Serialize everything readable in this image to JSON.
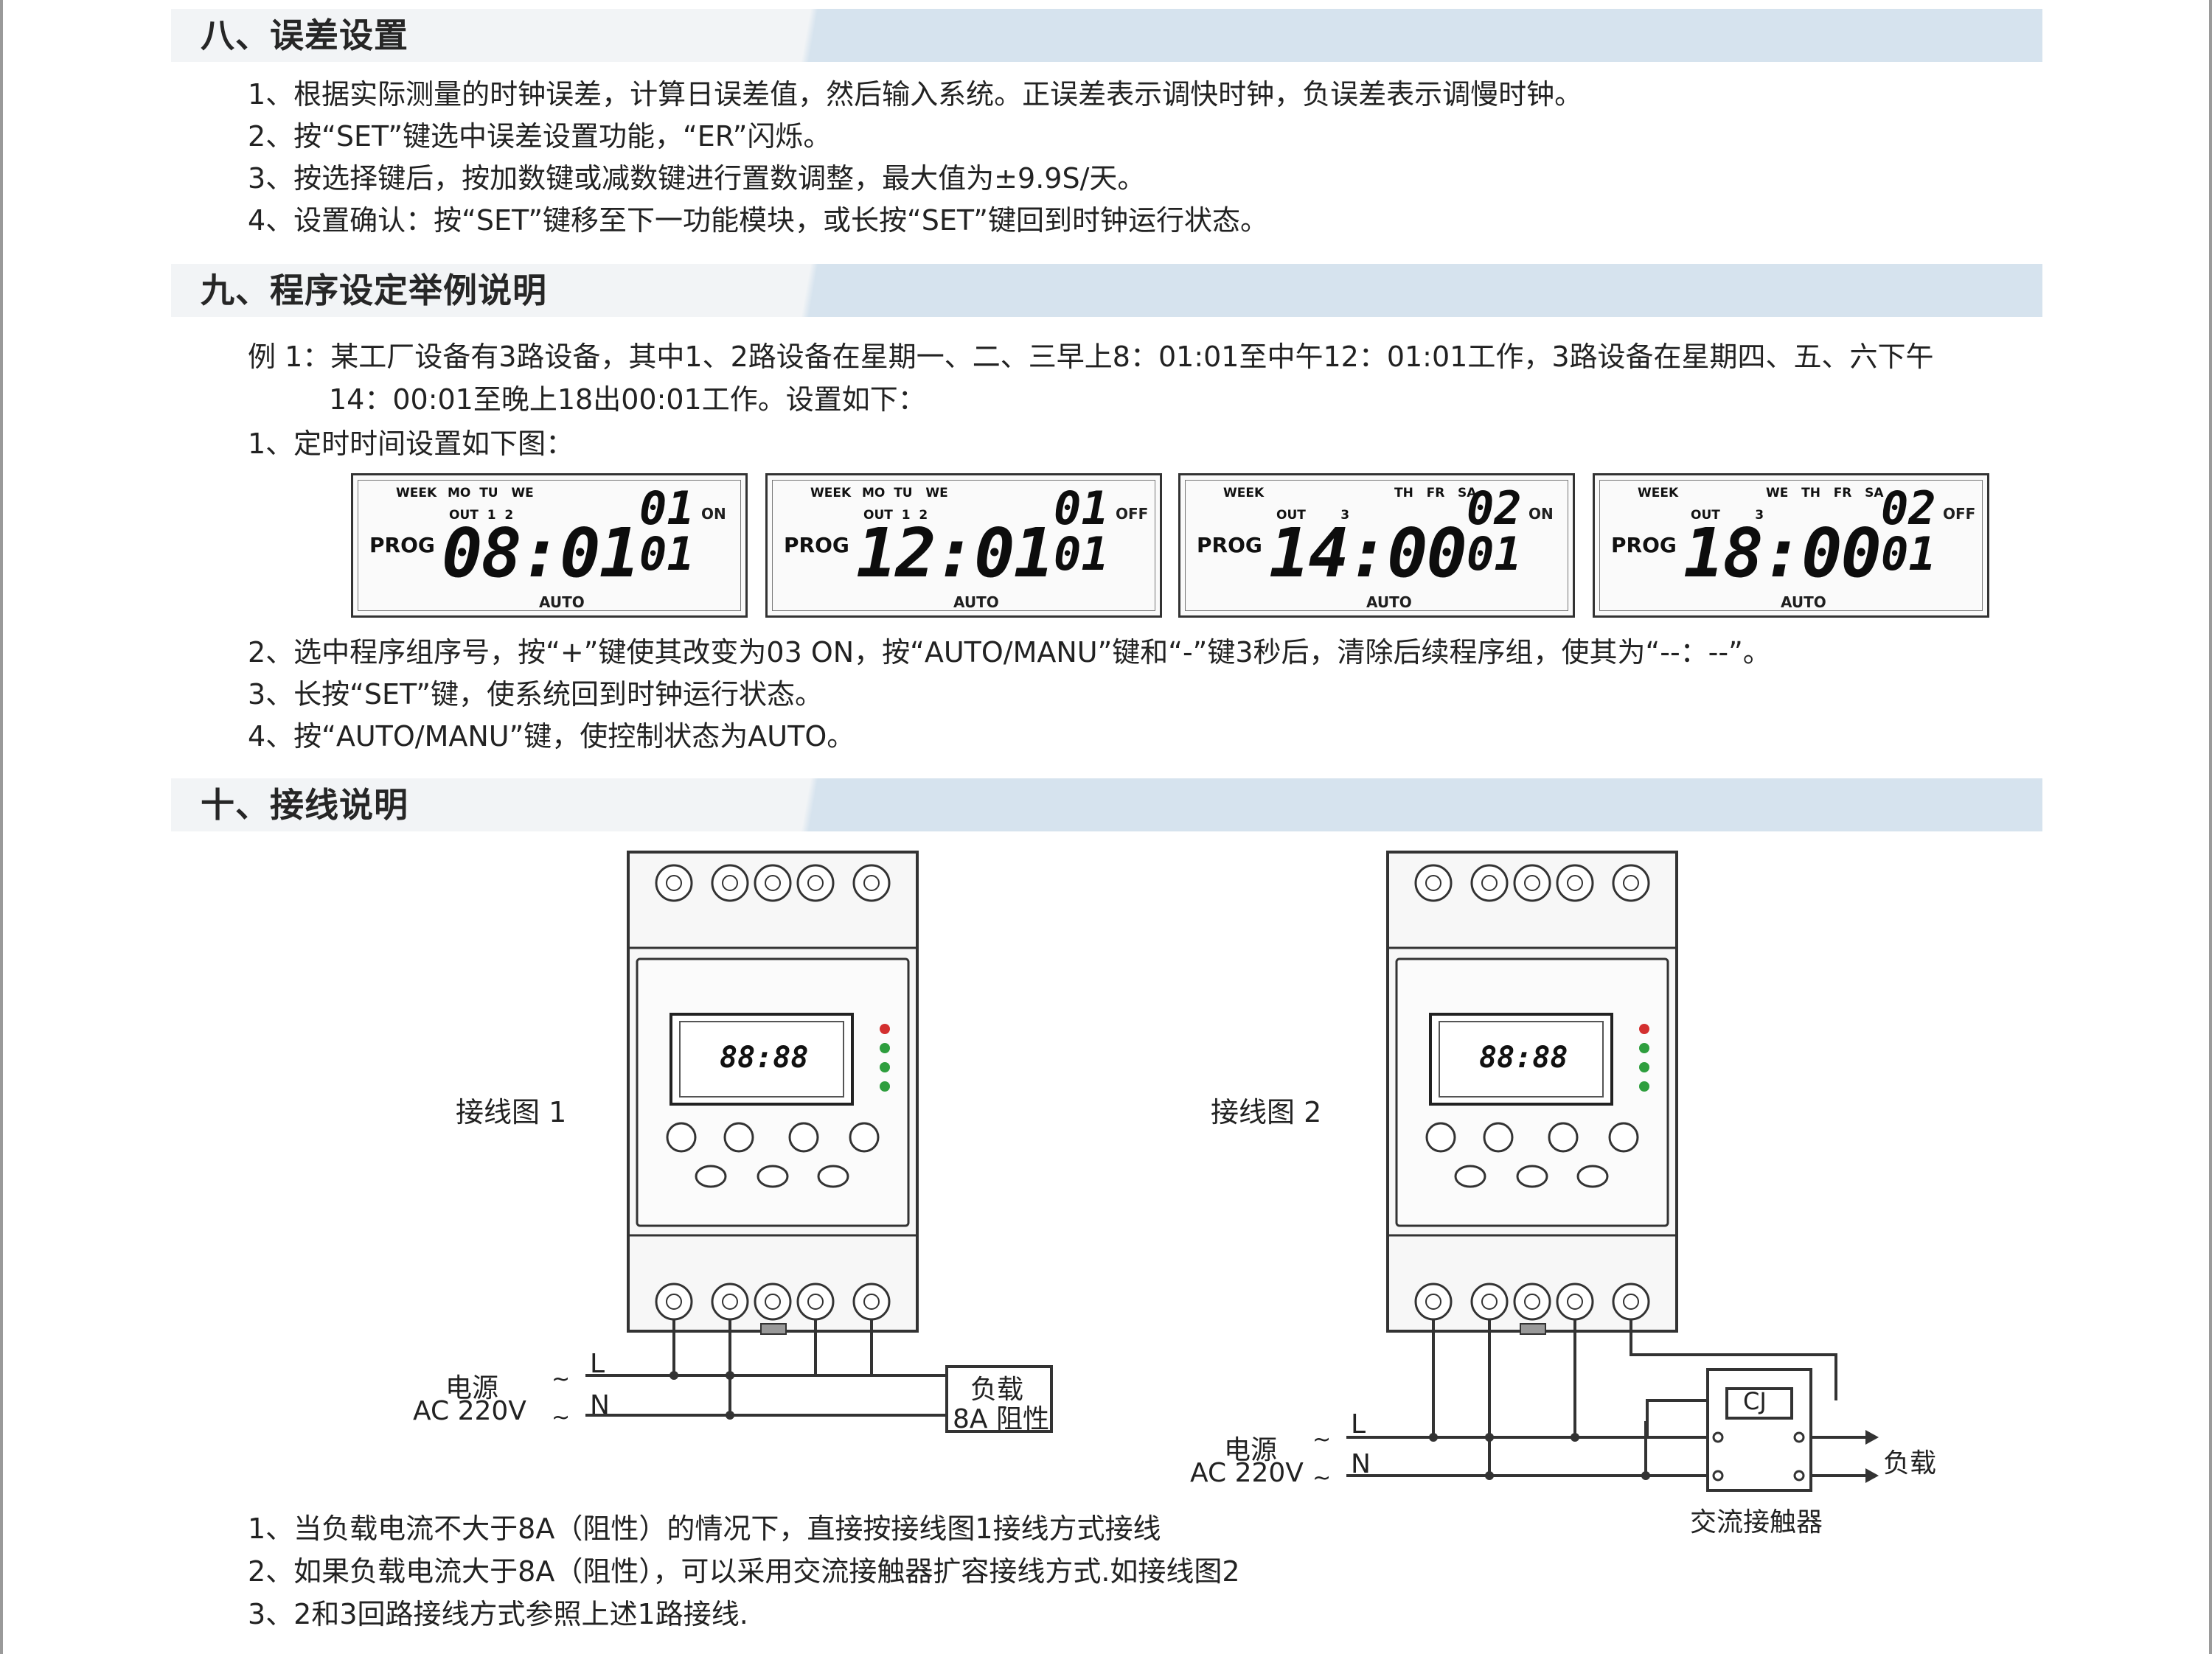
{
  "sections": [
    {
      "title": "八、误差设置"
    },
    {
      "title": "九、程序设定举例说明"
    },
    {
      "title": "十、接线说明"
    }
  ],
  "error_setting": [
    "1、根据实际测量的时钟误差，计算日误差值，然后输入系统。正误差表示调快时钟，负误差表示调慢时钟。",
    "2、按“SET”键选中误差设置功能，“ER”闪烁。",
    "3、按选择键后，按加数键或减数键进行置数调整，最大值为±9.9S/天。",
    "4、设置确认：按“SET”键移至下一功能模块，或长按“SET”键回到时钟运行状态。"
  ],
  "example": {
    "line1": "例 1：某工厂设备有3路设备，其中1、2路设备在星期一、二、三早上8：01:01至中午12：01:01工作，3路设备在星期四、五、六下午",
    "line2": "14：00:01至晚上18出00:01工作。设置如下：",
    "step1": "1、定时时间设置如下图：",
    "step2": "2、选中程序组序号，按“+”键使其改变为03 ON，按“AUTO/MANU”键和“-”键3秒后，清除后续程序组，使其为“--：--”。",
    "step3": "3、长按“SET”键，使系统回到时钟运行状态。",
    "step4": "4、按“AUTO/MANU”键，使控制状态为AUTO。"
  },
  "lcd_panels": [
    {
      "week_label": "WEEK",
      "days": "MO  TU   WE",
      "out": "OUT  1  2",
      "prog": "PROG",
      "time": "08:01",
      "step_top": "01",
      "step_bottom": "01",
      "state": "ON",
      "mode": "AUTO"
    },
    {
      "week_label": "WEEK",
      "days": "MO  TU   WE",
      "out": "OUT  1  2",
      "prog": "PROG",
      "time": "12:01",
      "step_top": "01",
      "step_bottom": "01",
      "state": "OFF",
      "mode": "AUTO"
    },
    {
      "week_label": "WEEK",
      "days": "TH   FR   SA",
      "out": "OUT        3",
      "prog": "PROG",
      "time": "14:00",
      "step_top": "02",
      "step_bottom": "01",
      "state": "ON",
      "mode": "AUTO"
    },
    {
      "week_label": "WEEK",
      "days": "WE   TH   FR   SA",
      "out": "OUT        3",
      "prog": "PROG",
      "time": "18:00",
      "step_top": "02",
      "step_bottom": "01",
      "state": "OFF",
      "mode": "AUTO"
    }
  ],
  "wiring": {
    "diagram1_label": "接线图 1",
    "diagram2_label": "接线图 2",
    "source_label": "电源",
    "voltage": "AC 220V",
    "L": "L",
    "N": "N",
    "load_box_line1": "负载",
    "load_box_line2": "8A 阻性",
    "contactor_box": "CJ",
    "contactor_name": "交流接触器",
    "load": "负载",
    "device_display": "88:88",
    "notes": [
      "1、当负载电流不大于8A（阻性）的情况下，直接按接线图1接线方式接线",
      "2、如果负载电流大于8A（阻性），可以采用交流接触器扩容接线方式.如接线图2",
      "3、2和3回路接线方式参照上述1路接线."
    ]
  }
}
